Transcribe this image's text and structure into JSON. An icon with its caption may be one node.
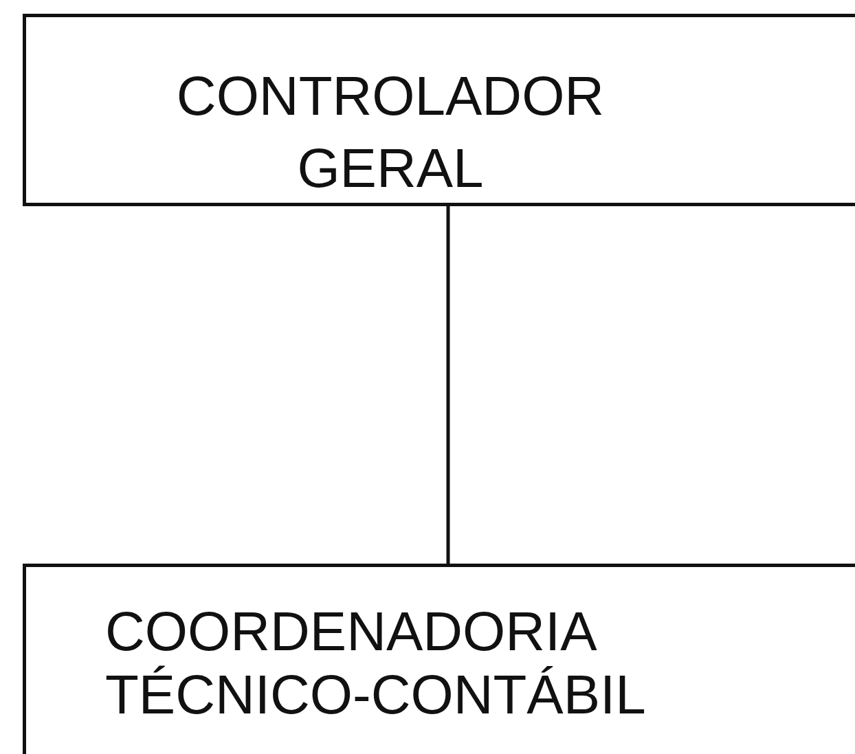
{
  "diagram": {
    "nodes": [
      {
        "text": [
          "CONTROLADOR GERAL"
        ]
      },
      {
        "text": [
          "COORDENADORIA TÉCNICO-CONTÁBIL"
        ]
      }
    ],
    "edges": [
      {
        "from": 0,
        "to": 1,
        "arrow": "none"
      }
    ]
  }
}
